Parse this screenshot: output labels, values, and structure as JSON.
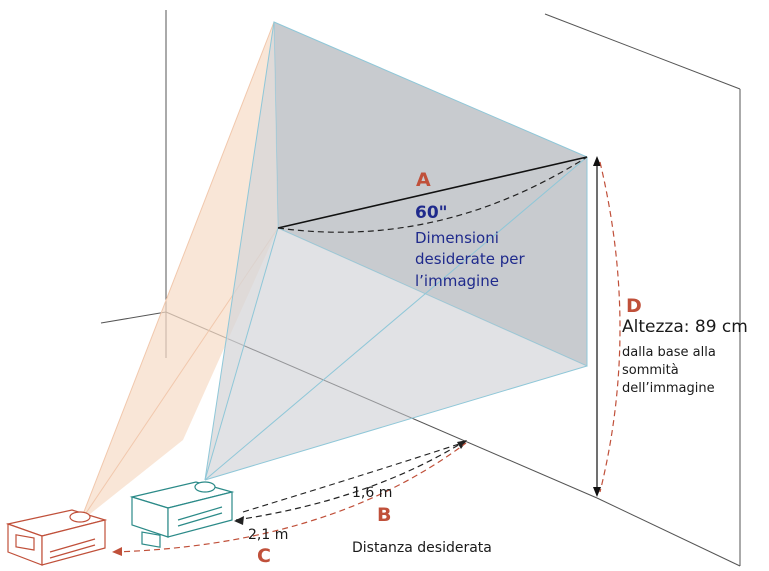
{
  "labels": {
    "a": "A",
    "a_value": "60\"",
    "a_desc": [
      "Dimensioni",
      "desiderate per",
      "l’immagine"
    ],
    "d": "D",
    "d_value": "Altezza: 89 cm",
    "d_desc": [
      "dalla base alla",
      "sommità",
      "dell’immagine"
    ],
    "b": "B",
    "b_value": "1,6 m",
    "c": "C",
    "c_value": "2,1 m",
    "distance_desc": "Distanza desiderata"
  },
  "colors": {
    "accent_letters": "#c0503a",
    "blue_text": "#1f2a8c",
    "screen_fill": "#c8cbcf",
    "projector_teal": "#2b8a88",
    "projector_red": "#c0503a",
    "beam_orange": "#f6dcc6",
    "beam_lines": "#8fc7d8"
  }
}
